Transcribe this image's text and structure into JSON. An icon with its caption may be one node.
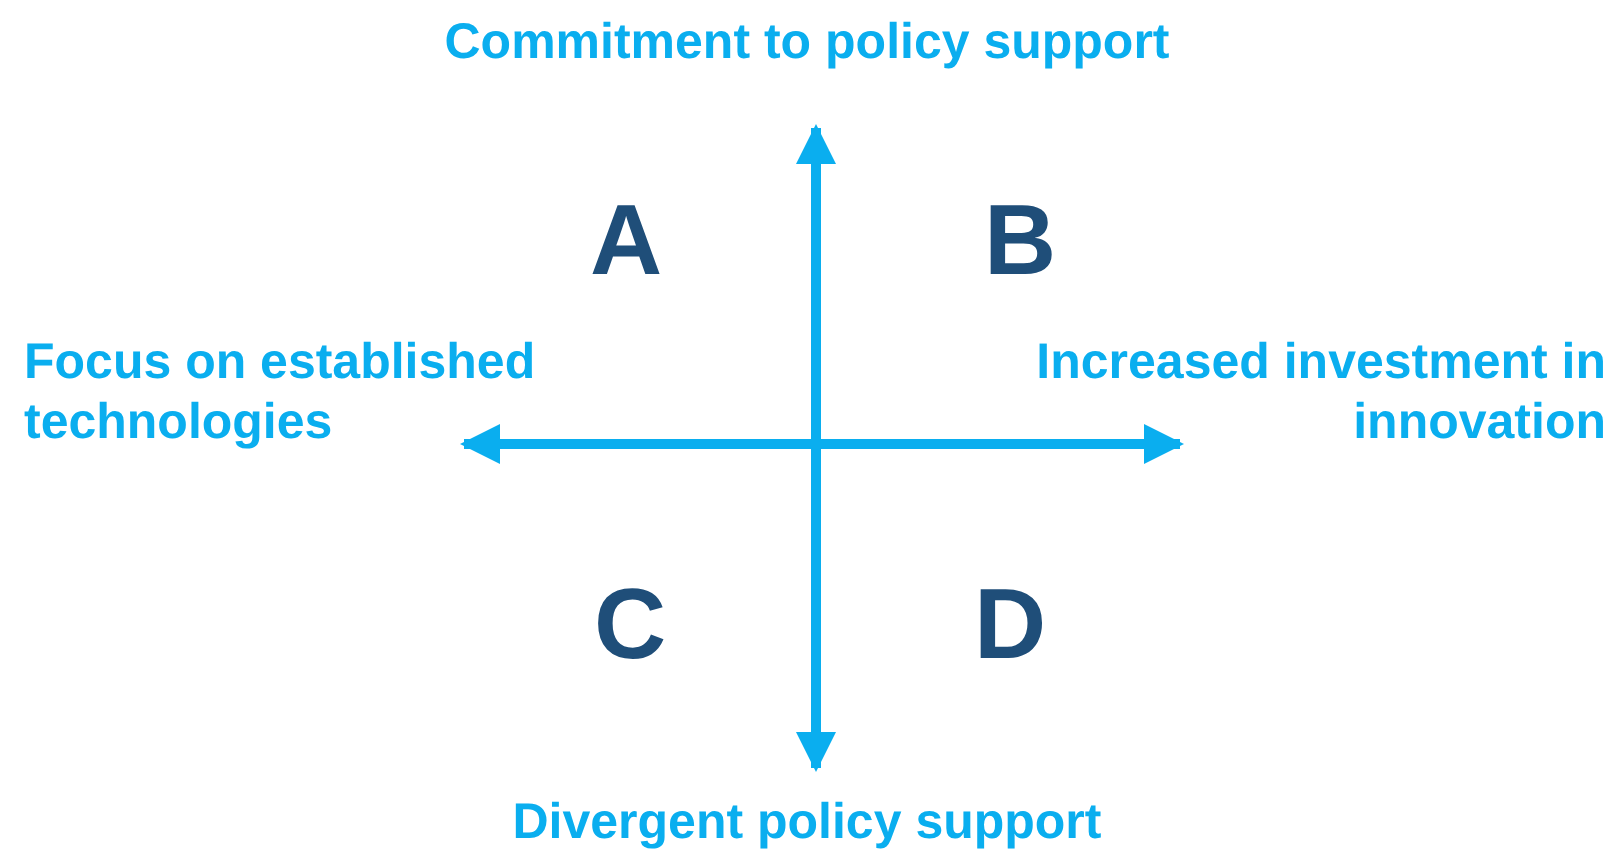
{
  "diagram": {
    "labels": [
      "Commitment to policy support",
      "A",
      "B",
      "Focus on established technologies",
      "Increased investment in innovation",
      "C",
      "D",
      "Divergent policy support"
    ]
  }
}
